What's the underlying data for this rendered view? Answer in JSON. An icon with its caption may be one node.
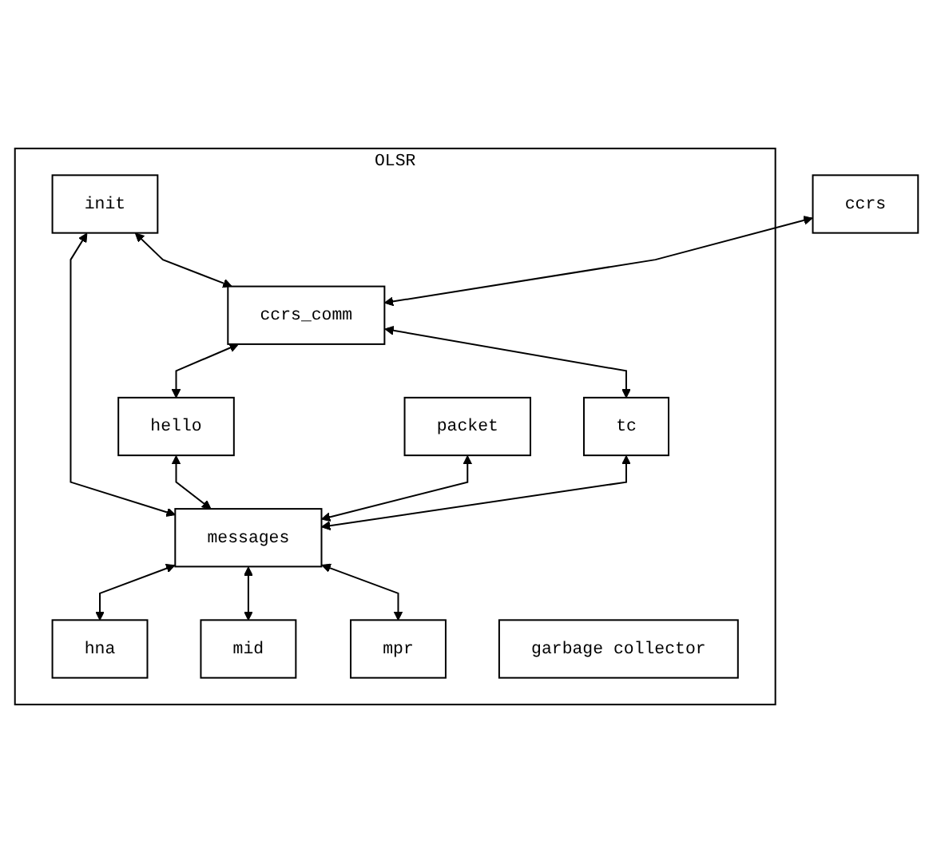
{
  "diagram": {
    "nodes": [
      {
        "text": [
          "ccrs"
        ]
      },
      {
        "text": [
          "OLSR"
        ]
      },
      {
        "text": [
          "init"
        ],
        "in": 1
      },
      {
        "text": [
          "ccrs_comm"
        ],
        "in": 1
      },
      {
        "text": [
          "tc"
        ],
        "in": 1
      },
      {
        "text": [
          "hello"
        ],
        "in": 1
      },
      {
        "text": [
          "packet"
        ],
        "in": 1
      },
      {
        "text": [
          "messages"
        ],
        "in": 1
      },
      {
        "text": [
          "mpr"
        ],
        "in": 1
      },
      {
        "text": [
          "mid"
        ],
        "in": 1
      },
      {
        "text": [
          "hna"
        ],
        "in": 1
      },
      {
        "text": [
          "garbage collector"
        ],
        "in": 1
      }
    ],
    "edges": [
      {
        "from": 0,
        "to": 3,
        "arrow": "both"
      },
      {
        "from": 2,
        "to": 3,
        "arrow": "both"
      },
      {
        "from": 3,
        "to": 4,
        "arrow": "both"
      },
      {
        "from": 3,
        "to": 5,
        "arrow": "both"
      },
      {
        "from": 2,
        "to": 7,
        "arrow": "both"
      },
      {
        "from": 4,
        "to": 7,
        "arrow": "both"
      },
      {
        "from": 5,
        "to": 7,
        "arrow": "both"
      },
      {
        "from": 6,
        "to": 7,
        "arrow": "both"
      },
      {
        "from": 7,
        "to": 8,
        "arrow": "both"
      },
      {
        "from": 7,
        "to": 9,
        "arrow": "both"
      },
      {
        "from": 7,
        "to": 10,
        "arrow": "both"
      }
    ]
  }
}
